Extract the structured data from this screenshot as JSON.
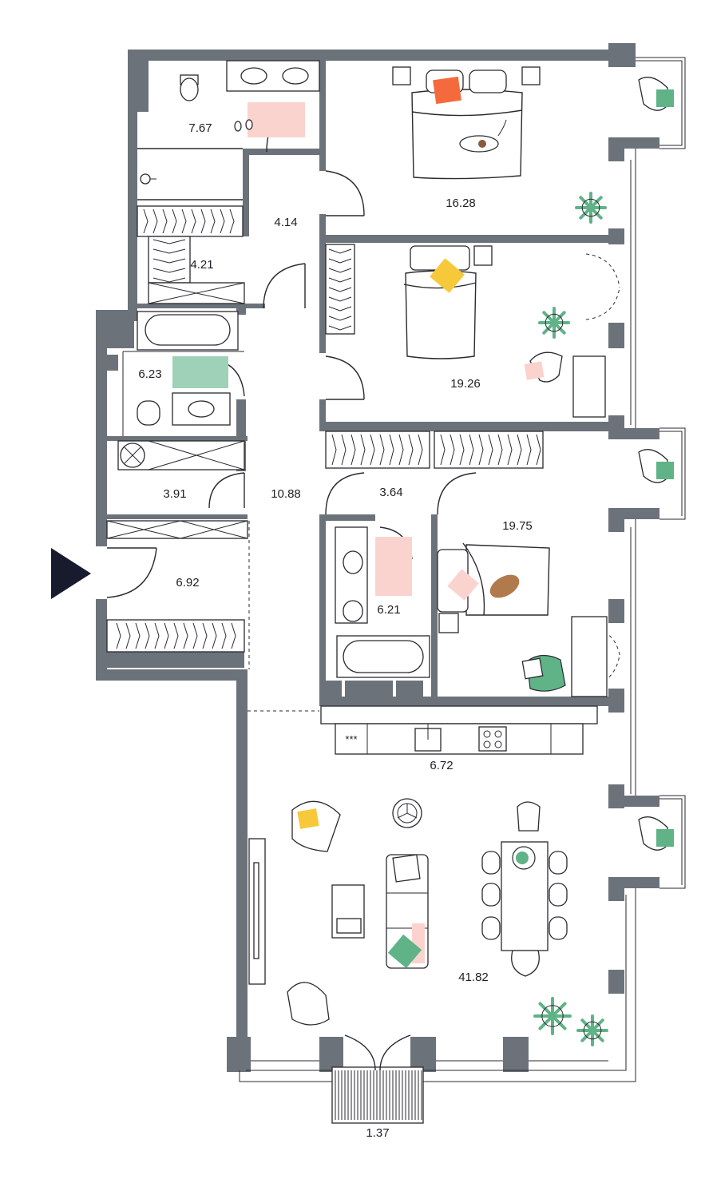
{
  "plan": {
    "rooms": [
      {
        "id": "bath-top",
        "area": "7.67"
      },
      {
        "id": "bedroom-1",
        "area": "16.28"
      },
      {
        "id": "corridor-upper",
        "area": "4.14"
      },
      {
        "id": "wardrobe-upper",
        "area": "4.21"
      },
      {
        "id": "bedroom-2",
        "area": "19.26"
      },
      {
        "id": "bath-middle",
        "area": "6.23"
      },
      {
        "id": "storage",
        "area": "3.91"
      },
      {
        "id": "hall",
        "area": "10.88"
      },
      {
        "id": "wardrobe-lower",
        "area": "3.64"
      },
      {
        "id": "bedroom-3",
        "area": "19.75"
      },
      {
        "id": "entrance",
        "area": "6.92"
      },
      {
        "id": "bath-lower",
        "area": "6.21"
      },
      {
        "id": "kitchen",
        "area": "6.72"
      },
      {
        "id": "living",
        "area": "41.82"
      },
      {
        "id": "balcony",
        "area": "1.37"
      }
    ],
    "kitchen_hood_mark": "***",
    "colors": {
      "wall": "#6c7279",
      "mint": "#9fd1b8",
      "green": "#5fb387",
      "pink": "#fbd3ce",
      "orange": "#f56a3c",
      "yellow": "#f7c93a",
      "arrow": "#181b2e"
    },
    "icons": [
      "entrance-arrow-icon",
      "plant-icon",
      "armchair-icon",
      "bed-icon",
      "cat-icon",
      "bathtub-icon",
      "sink-icon",
      "toilet-icon",
      "stove-icon",
      "sofa-icon",
      "dining-table-icon"
    ]
  }
}
